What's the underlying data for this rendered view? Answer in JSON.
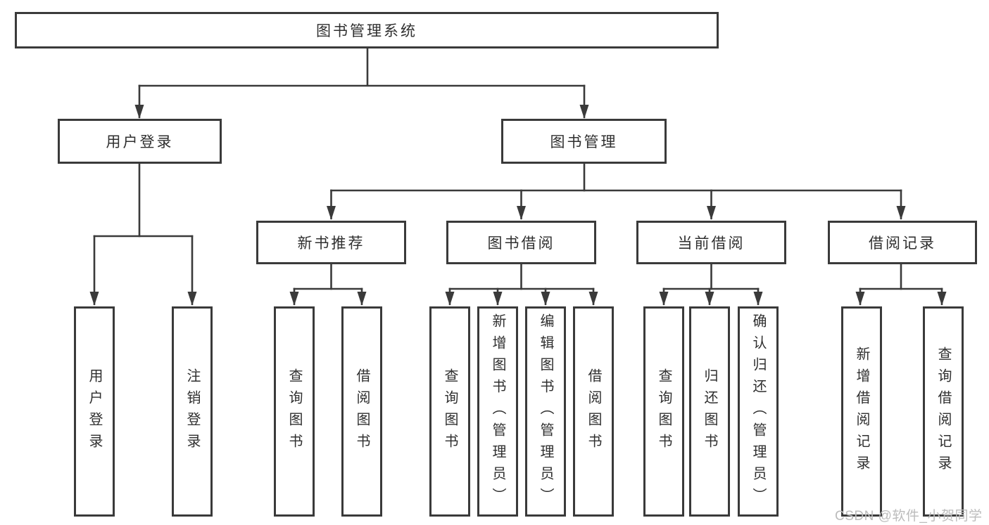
{
  "tree": {
    "root": {
      "label": "图书管理系统"
    },
    "branches": [
      {
        "label": "用户登录",
        "children": [
          {
            "label": "用户登录"
          },
          {
            "label": "注销登录"
          }
        ]
      },
      {
        "label": "图书管理",
        "children": [
          {
            "label": "新书推荐",
            "children": [
              {
                "label": "查询图书"
              },
              {
                "label": "借阅图书"
              }
            ]
          },
          {
            "label": "图书借阅",
            "children": [
              {
                "label": "查询图书"
              },
              {
                "label": "新增图书（管理员）"
              },
              {
                "label": "编辑图书（管理员）"
              },
              {
                "label": "借阅图书"
              }
            ]
          },
          {
            "label": "当前借阅",
            "children": [
              {
                "label": "查询图书"
              },
              {
                "label": "归还图书"
              },
              {
                "label": "确认归还（管理员）"
              }
            ]
          },
          {
            "label": "借阅记录",
            "children": [
              {
                "label": "新增借阅记录"
              },
              {
                "label": "查询借阅记录"
              }
            ]
          }
        ]
      }
    ]
  },
  "watermark": {
    "text": "CSDN @软件_小贺同学"
  },
  "colors": {
    "line": "#3a3a3a",
    "text": "#2f2f2f",
    "background": "#ffffff",
    "watermark": "#bcbcbc"
  }
}
